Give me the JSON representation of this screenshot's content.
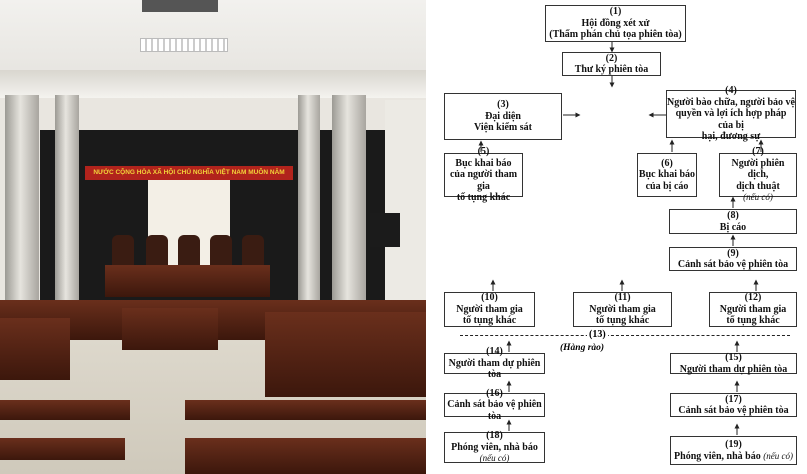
{
  "photo": {
    "banner_text": "NƯỚC CỘNG HÒA XÃ HỘI CHỦ NGHĨA VIỆT NAM MUÔN NĂM"
  },
  "diagram": {
    "nodes": [
      {
        "num": "(1)",
        "lines": [
          "Hội đồng xét xử",
          "(Thẩm phán chủ tọa phiên tòa)"
        ]
      },
      {
        "num": "(2)",
        "lines": [
          "Thư ký phiên tòa"
        ]
      },
      {
        "num": "(3)",
        "lines": [
          "Đại diện",
          "Viện kiểm sát"
        ]
      },
      {
        "num": "(4)",
        "lines": [
          "Người bào chữa, người bảo vệ",
          "quyền và lợi ích hợp pháp của bị",
          "hại, đương sự"
        ]
      },
      {
        "num": "(5)",
        "lines": [
          "Bục khai báo",
          "của người tham gia",
          "tố tụng khác"
        ]
      },
      {
        "num": "(6)",
        "lines": [
          "Bục khai báo",
          "của bị cáo"
        ]
      },
      {
        "num": "(7)",
        "lines": [
          "Người phiên dịch,",
          "dịch thuật"
        ],
        "note": "(nếu có)"
      },
      {
        "num": "(8)",
        "lines": [
          "Bị cáo"
        ]
      },
      {
        "num": "(9)",
        "lines": [
          "Cảnh sát bảo vệ phiên tòa"
        ]
      },
      {
        "num": "(10)",
        "lines": [
          "Người tham gia",
          "tố tụng khác"
        ]
      },
      {
        "num": "(11)",
        "lines": [
          "Người tham gia",
          "tố tụng khác"
        ]
      },
      {
        "num": "(12)",
        "lines": [
          "Người tham gia",
          "tố tụng khác"
        ]
      },
      {
        "num": "(14)",
        "lines": [
          "Người tham dự phiên tòa"
        ]
      },
      {
        "num": "(15)",
        "lines": [
          "Người tham dự phiên tòa"
        ]
      },
      {
        "num": "(16)",
        "lines": [
          "Cảnh sát bảo vệ phiên tòa"
        ]
      },
      {
        "num": "(17)",
        "lines": [
          "Cảnh sát bảo vệ phiên tòa"
        ]
      },
      {
        "num": "(18)",
        "lines": [
          "Phóng viên, nhà báo"
        ],
        "note": "(nếu có)"
      },
      {
        "num": "(19)",
        "lines": [
          "Phóng viên, nhà báo"
        ],
        "note": "(nếu có)"
      }
    ],
    "fence": {
      "num": "(13)",
      "label": "(Hàng rào)"
    }
  }
}
